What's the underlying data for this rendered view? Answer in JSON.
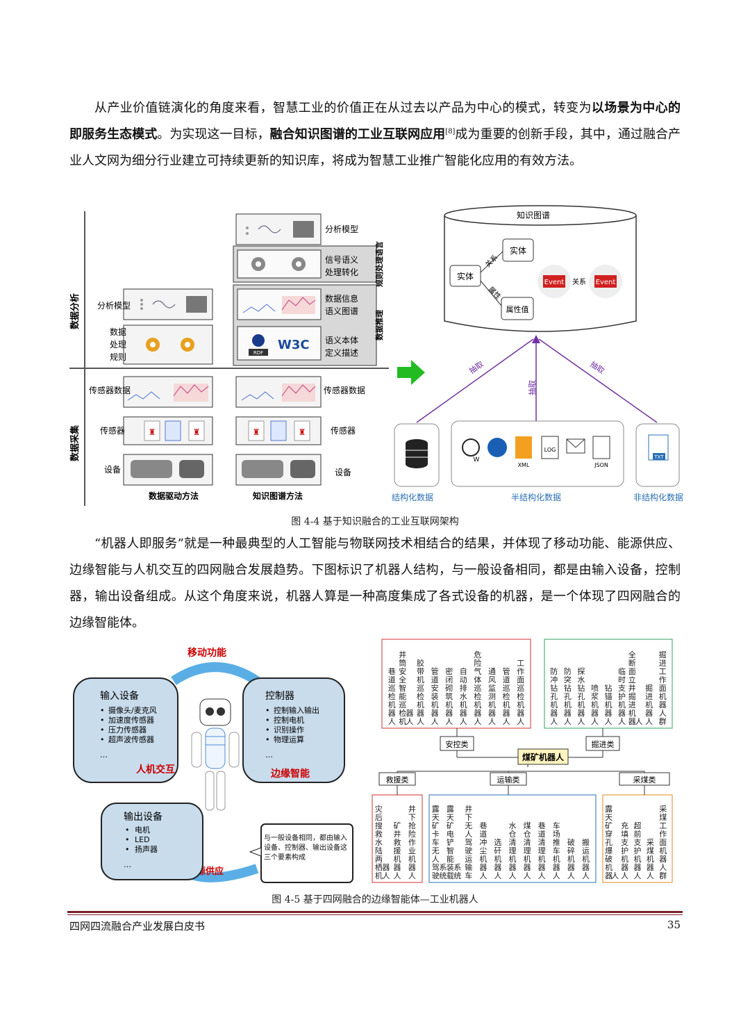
{
  "para1": {
    "t1": "从产业价值链演化的角度来看，智慧工业的价值正在从过去以产品为中心的模式，转变为",
    "b1": "以场景为中心的即服务生态模式",
    "t2": "。为实现这一目标，",
    "b2": "融合知识图谱的工业互联网应用",
    "sup": "[8]",
    "t3": "成为重要的创新手段，其中，通过融合产业人文网为细分行业建立可持续更新的知识库，将成为智慧工业推广智能化应用的有效方法。"
  },
  "fig1": {
    "caption": "图 4-4 基于知识融合的工业互联网架构",
    "left": {
      "side_top": "数据分析",
      "side_bottom": "数据采集",
      "side_rule": "规则处理语言",
      "side_reason": "数据推理",
      "col1_labels": [
        "分析模型",
        "数据",
        "处理",
        "规则",
        "传感器数据",
        "传感器",
        "设备"
      ],
      "col1_footer": "数据驱动方法",
      "col2_footer": "知识图谱方法",
      "right_labels": {
        "analysis": "分析模型",
        "signal_1": "信号语义",
        "signal_2": "处理转化",
        "data_1": "数据信息",
        "data_2": "语义图谱",
        "onto_1": "语义本体",
        "onto_2": "定义描述",
        "sensor_data": "传感器数据",
        "sensor": "传感器",
        "device": "设备"
      },
      "w3c": "W3C",
      "rdf": "RDF"
    },
    "right": {
      "kg_title": "知识图谱",
      "entity": "实体",
      "entity2": "实体",
      "attr_val": "属性值",
      "relation": "关系",
      "attribute": "属性",
      "event": "Event",
      "event_rel": "关系",
      "extract": "抽取",
      "structured": "结构化数据",
      "semi": "半结构化数据",
      "unstructured": "非结构化数据",
      "xml": "XML",
      "log": "LOG",
      "json": "JSON",
      "txt": "TXT",
      "w": "W"
    }
  },
  "para2": "“机器人即服务”就是一种最典型的人工智能与物联网技术相结合的结果，并体现了移动功能、能源供应、边缘智能与人机交互的四网融合发展趋势。下图标识了机器人结构，与一般设备相同，都是由输入设备，控制器，输出设备组成。从这个角度来说，机器人算是一种高度集成了各式设备的机器，是一个体现了四网融合的边缘智能体。",
  "fig2": {
    "caption": "图 4-5 基于四网融合的边缘智能体—工业机器人",
    "left": {
      "mobile": "移动功能",
      "energy": "能源供应",
      "input_title": "输入设备",
      "input_items": [
        "摄像头/麦克风",
        "加速度传感器",
        "压力传感器",
        "超声波传感器",
        "…"
      ],
      "hci": "人机交互",
      "ctrl_title": "控制器",
      "ctrl_items": [
        "控制输入输出",
        "控制电机",
        "识别操作",
        "物理运算",
        "…"
      ],
      "edge": "边缘智能",
      "output_title": "输出设备",
      "output_items": [
        "电机",
        "LED",
        "扬声器",
        "…"
      ],
      "note": "与一般设备相同，都由输入设备、控制器、输出设备这三个要素构成"
    },
    "tree": {
      "root": "煤矿机器人",
      "anquan": "安控类",
      "juejin": "掘进类",
      "jiuyuan": "救援类",
      "yunshu": "运输类",
      "caimei": "采煤类",
      "anquan_items": [
        "巷道巡检机器人",
        "井筒安全智能巡检机器人",
        "胶带机巡检机器人",
        "管道安装机器人",
        "密闭砌筑机器人",
        "自动排水机器人",
        "危险气体巡检机器人",
        "通风监测机器人",
        "管道巡检机器人",
        "工作面巡检机器人"
      ],
      "juejin_items": [
        "防冲钻孔机器人",
        "防突钻孔机器人",
        "探水钻孔机器人",
        "喷浆机器人",
        "钻锚机器人",
        "临时支护机器人",
        "全断面立井掘进机器人",
        "掘进机器人",
        "掘进工作面机器人群"
      ],
      "jiuyuan_items": [
        "灾后搜救水陆两栖机器人",
        "矿井救援机器人",
        "井下抢险作业机器人"
      ],
      "yunshu_items": [
        "露天矿卡车无人驾驶系统",
        "露天矿电铲智能装载系统",
        "井下无人驾驶运输车",
        "巷道冲尘机器人",
        "选矸机器人",
        "水仓清理机器人",
        "煤仓清理机器人",
        "巷道清理机器人",
        "车场推车机器人",
        "破碎机器人",
        "搬运机器人"
      ],
      "caimei_items": [
        "露天矿穿孔爆破机器人",
        "充填支护机器人",
        "超前支护机器人",
        "采煤机器人",
        "采煤工作面机器人群"
      ]
    }
  },
  "footer": {
    "title": "四网四流融合产业发展白皮书",
    "page": "35"
  }
}
